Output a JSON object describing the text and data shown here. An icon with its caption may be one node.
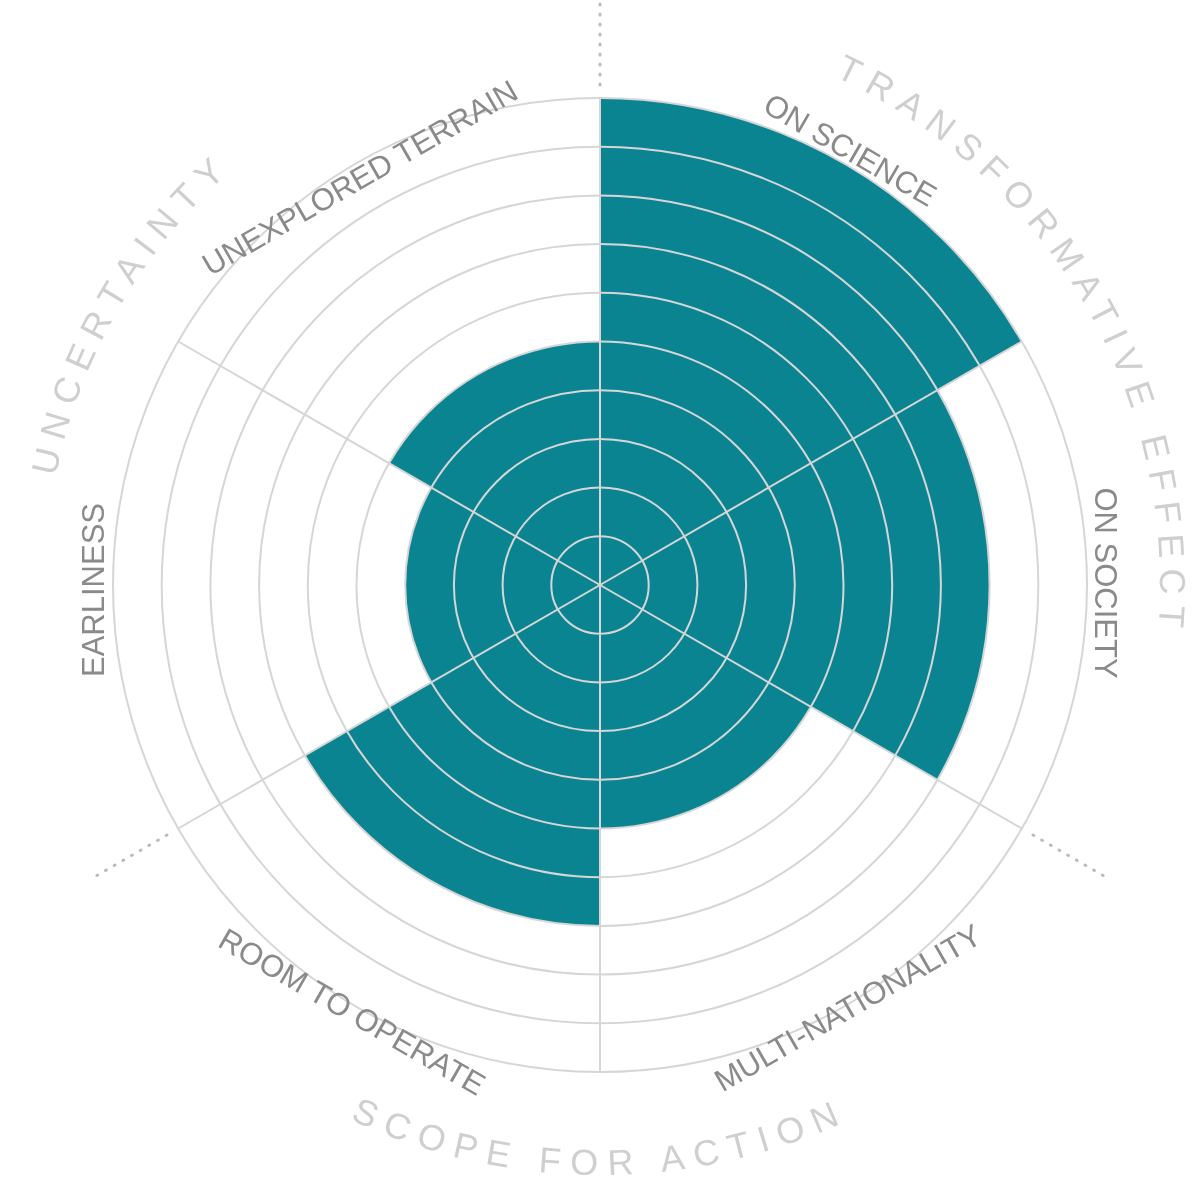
{
  "diagram": {
    "labels": [
      "UNCERTAINTY",
      "UNEXPLORED TERRAIN",
      "ON SCIENCE",
      "TRANSFORMATIVE EFFECT",
      "ON SOCIETY",
      "EARLINESS",
      "MULTI-NATIONALITY",
      "ROOM TO OPERATE",
      "SCOPE FOR ACTION"
    ]
  }
}
